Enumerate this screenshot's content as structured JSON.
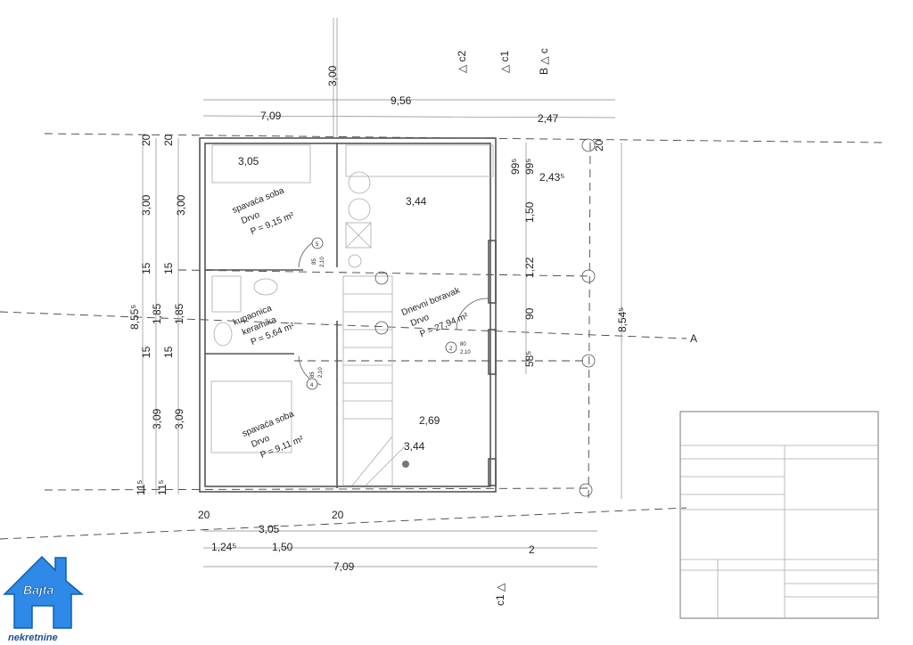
{
  "rooms": {
    "bedroom1": {
      "name": "spavaća soba",
      "floor": "Drvo",
      "area": "P = 9,15 m²"
    },
    "bathroom": {
      "name": "kupaonica",
      "floor": "keramika",
      "area": "P = 5,64 m²"
    },
    "living": {
      "name": "Dnevni boravak",
      "floor": "Drvo",
      "area": "P = 27,94 m²"
    },
    "bedroom2": {
      "name": "spavaća soba",
      "floor": "Drvo",
      "area": "P = 9,11 m²"
    }
  },
  "doors": {
    "d5": {
      "num": "5",
      "w": "85",
      "h": "2,10"
    },
    "d4": {
      "num": "4",
      "w": "85",
      "h": "2,10"
    },
    "d2": {
      "num": "2",
      "w": "80",
      "h": "2,10"
    }
  },
  "dims": {
    "top_300": "3,00",
    "top_956": "9,56",
    "top_709": "7,09",
    "top_247": "2,47",
    "room_305": "3,05",
    "room_344": "3,44",
    "room_269": "2,69",
    "room_344b": "3,44",
    "left_total": "8,55⁵",
    "left_col": [
      "20",
      "3,00",
      "15",
      "1,85",
      "15",
      "3,09",
      "11⁵"
    ],
    "right_995a": "99⁵",
    "right_995b": "99⁵",
    "right_2435": "2,43⁵",
    "right_col": [
      "1,50",
      "1,22",
      "90",
      "58⁵"
    ],
    "right_20": "20",
    "right_total": "8,54⁵",
    "bottom_20a": "20",
    "bottom_20b": "20",
    "bottom_305": "3,05",
    "bottom_1245": "1,24⁵",
    "bottom_150": "1,50",
    "bottom_709": "7,09",
    "bottom_2": "2"
  },
  "sections": {
    "c2": "△ c2",
    "c1": "△ c1",
    "c": "B △ c",
    "a": "A",
    "c1_bottom": "c1 △"
  },
  "logo": {
    "name": "Bajta",
    "sub": "nekretnine"
  },
  "colors": {
    "logo": "#2e8ae6"
  }
}
